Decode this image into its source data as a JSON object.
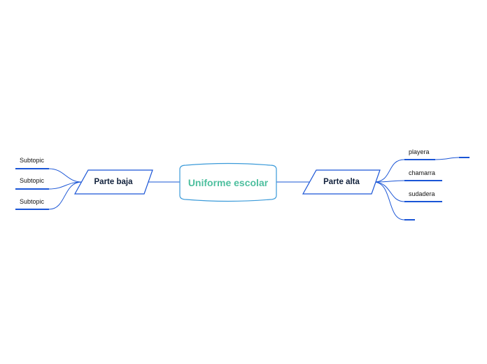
{
  "colors": {
    "line": "#1a55d6",
    "center_stroke": "#3a9ad9",
    "center_text": "#4dbf9e",
    "node_text": "#0f1f3a"
  },
  "central_topic": {
    "label": "Uniforme escolar"
  },
  "main_topics": [
    {
      "id": "left",
      "label": "Parte baja",
      "subtopics": [
        "Subtopic",
        "Subtopic",
        "Subtopic"
      ]
    },
    {
      "id": "right",
      "label": "Parte alta",
      "subtopics": [
        "playera",
        "chamarra",
        "sudadera",
        ""
      ]
    }
  ]
}
